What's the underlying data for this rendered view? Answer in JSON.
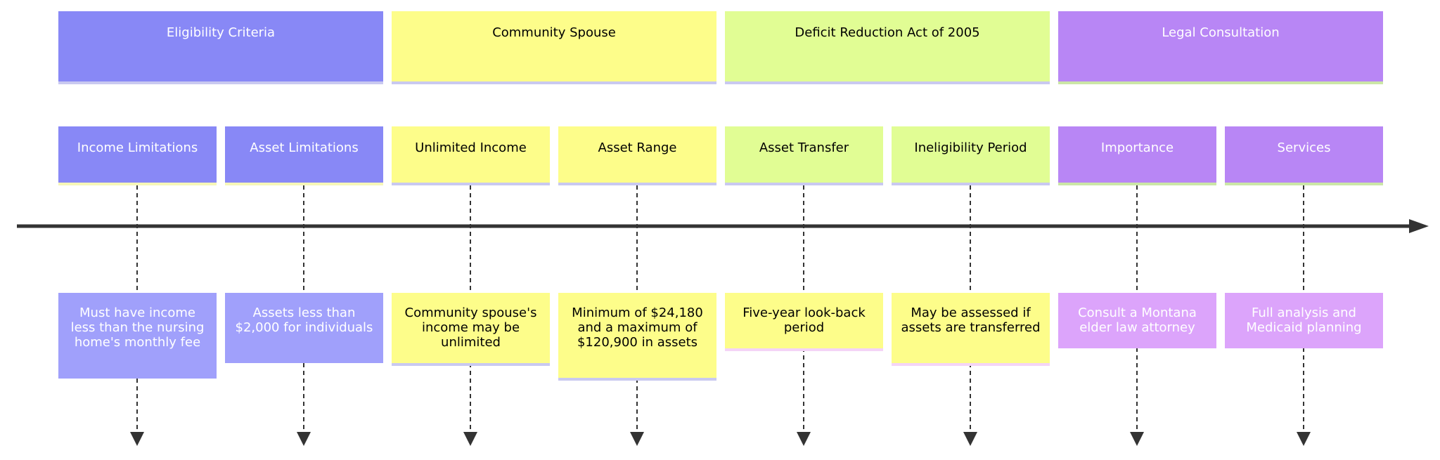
{
  "sections": [
    {
      "label": "Eligibility Criteria",
      "color": "#8888f6"
    },
    {
      "label": "Community Spouse",
      "color": "#fdfd8a"
    },
    {
      "label": "Deficit Reduction Act of 2005",
      "color": "#e1fd94"
    },
    {
      "label": "Legal Consultation",
      "color": "#b886f5"
    }
  ],
  "periods": [
    {
      "label": "Income Limitations",
      "event": "Must have income less than the nursing home's monthly fee"
    },
    {
      "label": "Asset Limitations",
      "event": "Assets less than $2,000 for individuals"
    },
    {
      "label": "Unlimited Income",
      "event": "Community spouse's income may be unlimited"
    },
    {
      "label": "Asset Range",
      "event": "Minimum of $24,180 and a maximum of $120,900 in assets"
    },
    {
      "label": "Asset Transfer",
      "event": "Five-year look-back period"
    },
    {
      "label": "Ineligibility Period",
      "event": "May be assessed if assets are transferred"
    },
    {
      "label": "Importance",
      "event": "Consult a Montana elder law attorney"
    },
    {
      "label": "Services",
      "event": "Full analysis and Medicaid planning"
    }
  ]
}
